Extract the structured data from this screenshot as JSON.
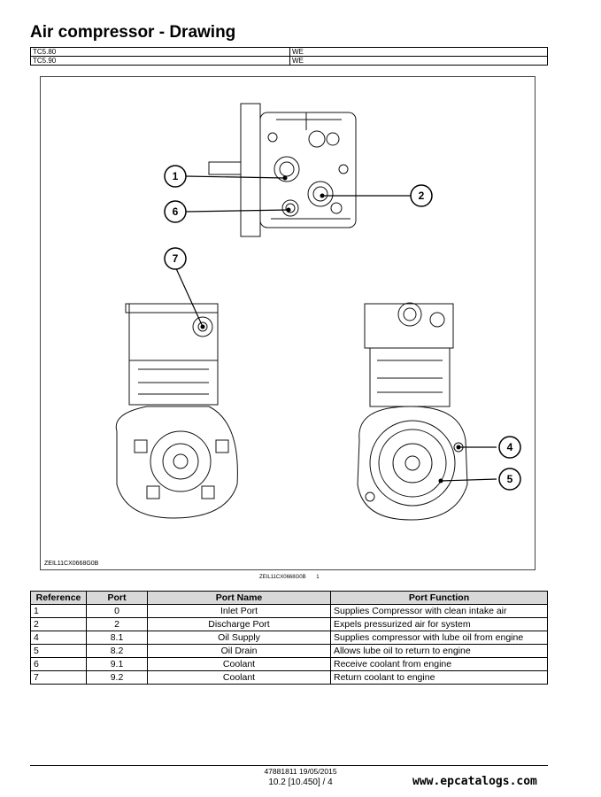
{
  "title": "Air compressor - Drawing",
  "models": [
    {
      "model": "TC5.80",
      "region": "WE"
    },
    {
      "model": "TC5.90",
      "region": "WE"
    }
  ],
  "figure": {
    "code_inner": "ZEIL11CX0668G0B",
    "code_caption": "ZEIL11CX0668G0B",
    "caption_number": "1",
    "callouts": [
      "1",
      "2",
      "6",
      "7",
      "4",
      "5"
    ]
  },
  "table": {
    "headers": [
      "Reference",
      "Port",
      "Port Name",
      "Port Function"
    ],
    "rows": [
      [
        "1",
        "0",
        "Inlet Port",
        "Supplies Compressor with clean intake air"
      ],
      [
        "2",
        "2",
        "Discharge Port",
        "Expels pressurized air for system"
      ],
      [
        "4",
        "8.1",
        "Oil Supply",
        "Supplies compressor with lube oil from engine"
      ],
      [
        "5",
        "8.2",
        "Oil Drain",
        "Allows lube oil to return to engine"
      ],
      [
        "6",
        "9.1",
        "Coolant",
        "Receive coolant from engine"
      ],
      [
        "7",
        "9.2",
        "Coolant",
        "Return coolant to engine"
      ]
    ]
  },
  "footer": {
    "doc_ref": "47881811 19/05/2015",
    "page_ref": "10.2 [10.450] / 4"
  },
  "watermark": "www.epcatalogs.com"
}
